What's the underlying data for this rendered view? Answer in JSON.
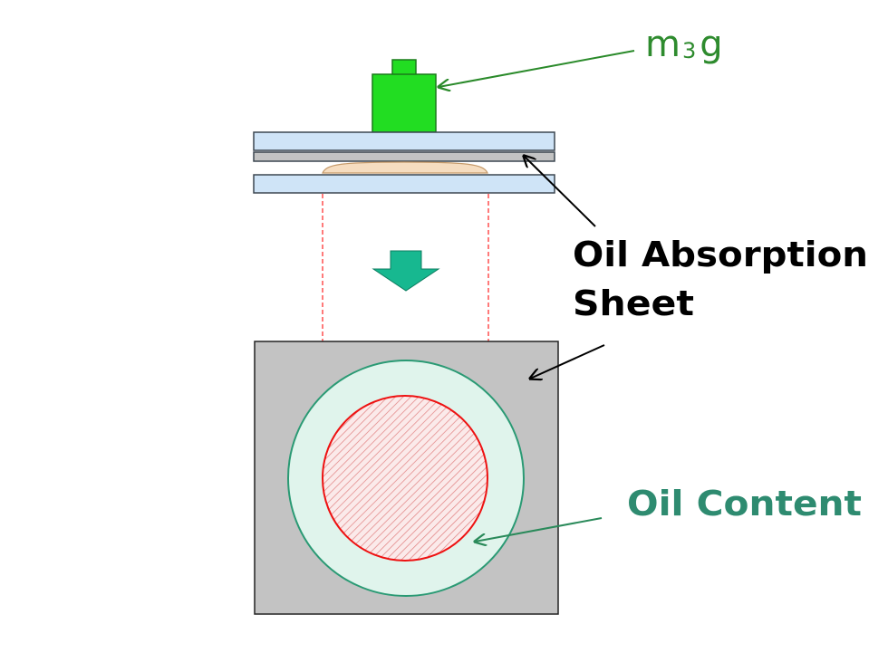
{
  "labels": {
    "mass": {
      "symbol": "m",
      "subscript": "3",
      "suffix": "g"
    },
    "oil_absorption_sheet": {
      "line1": "Oil Absorption",
      "line2": "Sheet"
    },
    "oil_content": "Oil Content"
  },
  "colors": {
    "weight": "#22dd22",
    "weight_outline": "#1a7a1a",
    "glass_plate": "#cfe4f7",
    "glass_outline": "#3c4650",
    "sheet_grey": "#c3c3c3",
    "sample": "#f6ddc0",
    "guide_lines": "#ff2222",
    "down_arrow": "#17b890",
    "oil_ring_fill": "#e0f4ec",
    "oil_ring_stroke": "#2a9a74",
    "sample_circle": "#ee1111",
    "label_mass": "#2e8b2e",
    "label_sheet": "#000000",
    "label_content": "#2e8b70",
    "mass_arrow": "#2a8a2a"
  }
}
